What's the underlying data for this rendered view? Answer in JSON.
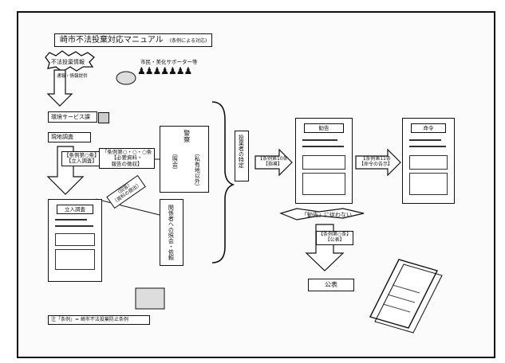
{
  "title": "崎市不法投棄対応マニュアル",
  "title_note": "(条例による対応)",
  "supporters_label": "市民・美化サポーター等",
  "supporters_icon": "people-group-icon",
  "report_box": "不法投棄情報",
  "report_tag": "通報・情報提供",
  "service_section": "環境サービス課",
  "site_survey": "現地調査",
  "entry_tag": "【条例第○条】\n【立入調査】",
  "doc_left_header": "立入調査",
  "inquiry_tag": "「条例第○・○・○条\n【必要資料・\n報告の徴収】",
  "reply_tag": "（回答）\n（資料の提出）",
  "col_police": "警察",
  "col_police_sub": "（照会）",
  "col_private": "（私有地以外）",
  "col_relations": "関係者への照会・依頼",
  "identify": "投棄者の特定",
  "arrow_tag1": "【条例第10条\n【指導】",
  "doc_mid_header": "勧告",
  "arrow_tag2": "【条例第11条\n【命令の告示】",
  "doc_right_header": "命令",
  "noncompliance": "「勧告」に従わない",
  "publish_tag": "【条例第○条】\n【公表】",
  "publish_box": "公表",
  "footnote": "注「条例」= 崎市不法投棄防止条例"
}
